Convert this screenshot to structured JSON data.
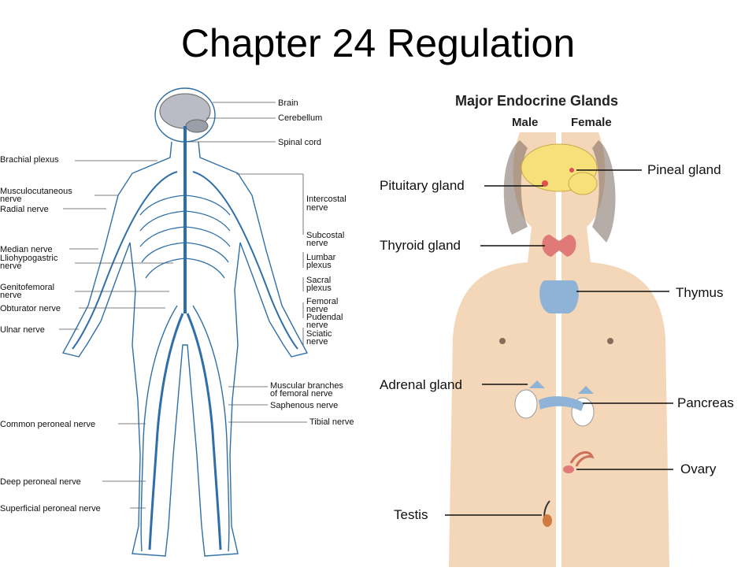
{
  "slide": {
    "title": "Chapter 24 Regulation"
  },
  "nervous_system": {
    "right_labels": [
      "Brain",
      "Cerebellum",
      "Spinal cord",
      "Intercostal",
      "nerve",
      "Subcostal",
      "nerve",
      "Lumbar",
      "plexus",
      "Sacral",
      "plexus",
      "Femoral",
      "nerve",
      "Pudendal",
      "nerve",
      "Sciatic",
      "nerve",
      "Muscular branches",
      "of femoral nerve",
      "Saphenous nerve",
      "Tibial nerve"
    ],
    "left_labels": [
      "Brachial plexus",
      "Musculocutaneous",
      "nerve",
      "Radial nerve",
      "Median nerve",
      "Lliohypogastric",
      "nerve",
      "Genitofemoral",
      "nerve",
      "Obturator nerve",
      "Ulnar nerve",
      "Common peroneal nerve",
      "Deep peroneal nerve",
      "Superficial peroneal nerve"
    ]
  },
  "endocrine": {
    "title": "Major Endocrine Glands",
    "male_label": "Male",
    "female_label": "Female",
    "labels": {
      "pituitary": "Pituitary gland",
      "pineal": "Pineal gland",
      "thyroid": "Thyroid gland",
      "thymus": "Thymus",
      "adrenal": "Adrenal gland",
      "pancreas": "Pancreas",
      "ovary": "Ovary",
      "testis": "Testis"
    }
  },
  "colors": {
    "nerve": "#2f6fa8",
    "skin": "#f3d7b8",
    "brain": "#f6e07a",
    "thyroid": "#e07a78",
    "gland_blue": "#8fb3d6"
  }
}
